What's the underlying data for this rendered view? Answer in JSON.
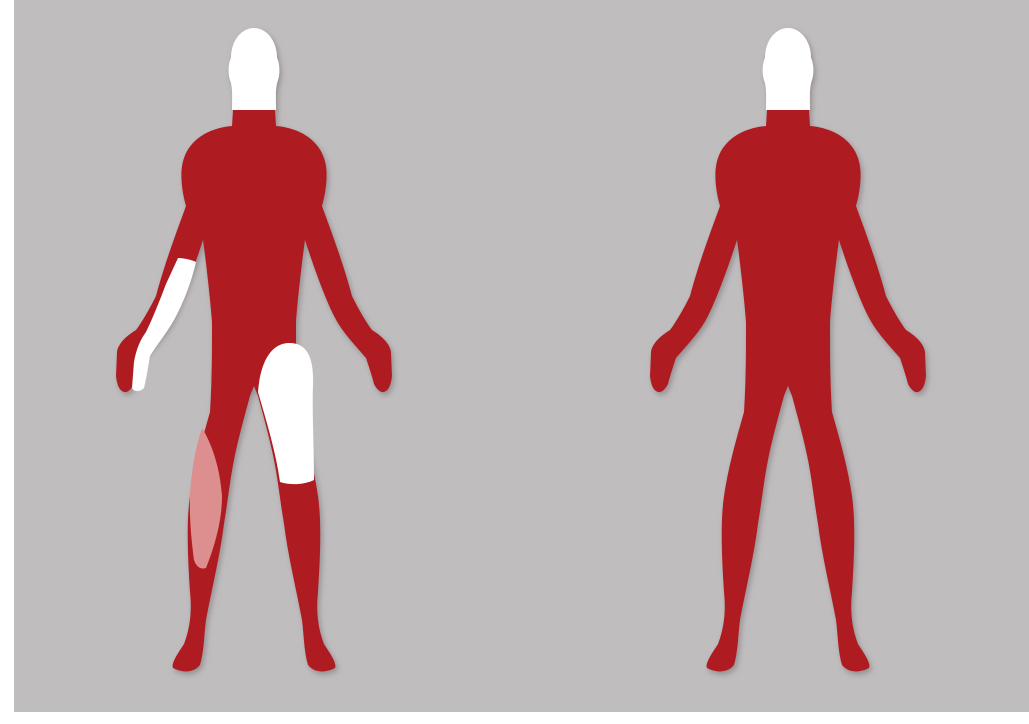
{
  "colors": {
    "background": "#c0bdbf",
    "frame": "#ffffff",
    "body_fill": "#ae1c22",
    "head_fill": "#ffffff",
    "unaffected_fill": "#ffffff",
    "partial_fill": "#dd8f8f",
    "shadow": "#7a7476"
  },
  "figures": [
    {
      "view": "front",
      "head": "head-icon",
      "regions": [
        {
          "region": "right-forearm-and-hand",
          "status": "unaffected"
        },
        {
          "region": "left-thigh",
          "status": "unaffected"
        },
        {
          "region": "right-outer-lower-leg",
          "status": "partial"
        }
      ]
    },
    {
      "view": "back",
      "head": "head-icon",
      "regions": []
    }
  ]
}
